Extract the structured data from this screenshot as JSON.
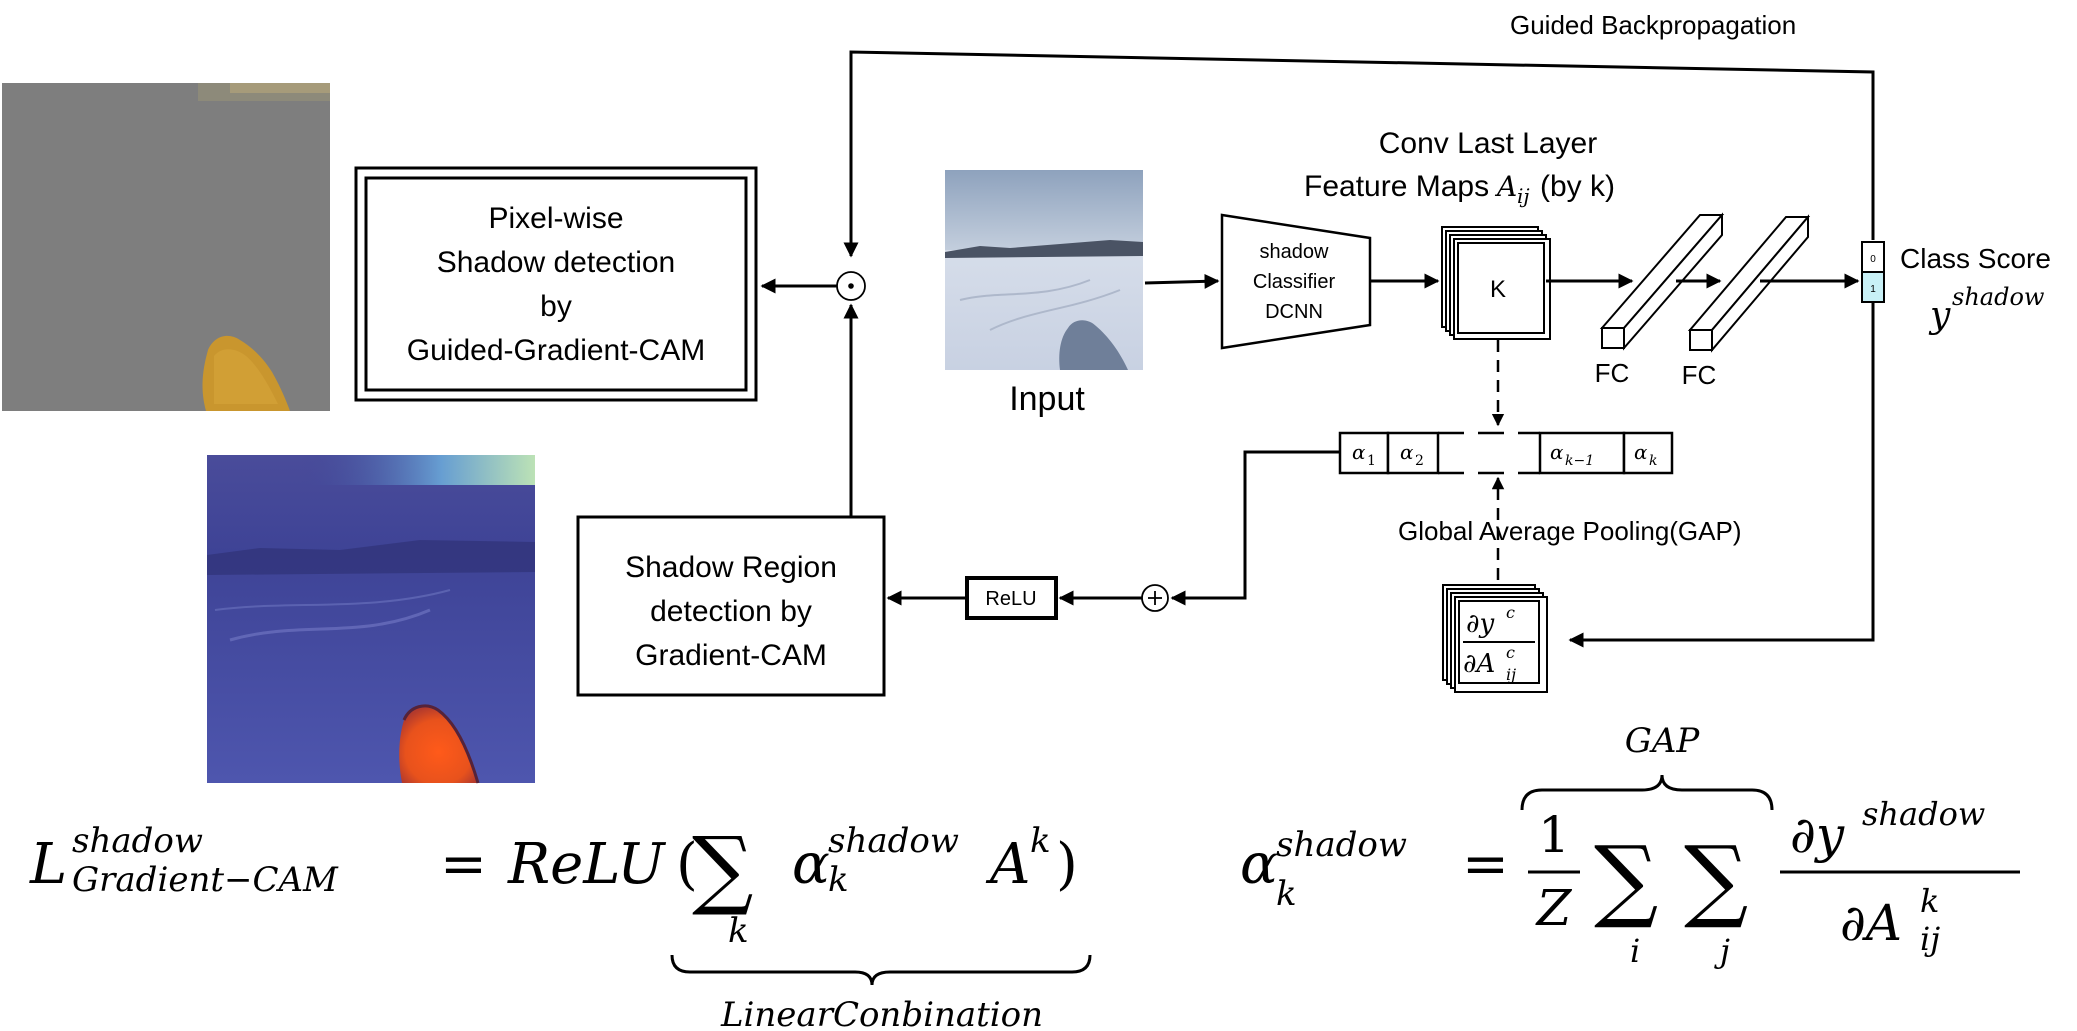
{
  "colors": {
    "line": "#000000",
    "gray_map": "#7e7e7e",
    "overlay_blue": "#3a3f98",
    "hotspot_orange": "#e0561e",
    "hotspot_speckle": "#c9962e",
    "snow": "#d4dcea",
    "sky": "#9fb1c9",
    "score_cell": "#c8f0f6"
  },
  "labels": {
    "guided_backprop": "Guided Backpropagation",
    "conv_line1": "Conv Last Layer",
    "conv_line2_prefix": "Feature Maps",
    "conv_sub_ij": "ij",
    "conv_line2_suffix": "(by k)",
    "class_score": "Class Score",
    "input": "Input",
    "classifier_line1": "shadow",
    "classifier_line2": "Classifier",
    "classifier_line3": "DCNN",
    "k_box": "K",
    "fc1": "FC",
    "fc2": "FC",
    "gap_label": "Global Average Pooling(GAP)",
    "relu": "ReLU",
    "pixel_box_line1": "Pixel-wise",
    "pixel_box_line2": "Shadow detection",
    "pixel_box_line3": "by",
    "pixel_box_line4": "Guided-Gradient-CAM",
    "region_box_line1": "Shadow Region",
    "region_box_line2": "detection by",
    "region_box_line3": "Gradient-CAM",
    "score_top": "0",
    "score_bottom": "1",
    "elementwise_op": "⊙",
    "sum_op": "+"
  },
  "math": {
    "y_shadow_base": "y",
    "y_shadow_sup": "shadow",
    "alpha_cells": [
      {
        "base": "α",
        "sub": "1"
      },
      {
        "base": "α",
        "sub": "2"
      },
      {
        "base": "α",
        "sub": "k−1"
      },
      {
        "base": "α",
        "sub": "k"
      }
    ],
    "grad_num_base": "∂y",
    "grad_num_sup": "c",
    "grad_den_base": "∂A",
    "grad_den_sup": "c",
    "grad_den_sub": "ij",
    "eq1": {
      "lhs_base": "L",
      "lhs_sup": "shadow",
      "lhs_sub": "Gradient−CAM",
      "equals": "=",
      "relu": "ReLU",
      "open": "(",
      "sum": "∑",
      "sum_sub": "k",
      "alpha": "α",
      "alpha_sup": "shadow",
      "alpha_sub": "k",
      "a_base": "A",
      "a_sup": "k",
      "close": ")",
      "brace_label": "LinearConbination"
    },
    "eq2": {
      "lhs_base": "α",
      "lhs_sup": "shadow",
      "lhs_sub": "k",
      "equals": "=",
      "brace_label": "GAP",
      "frac_num": "1",
      "frac_den": "Z",
      "sum": "∑",
      "sum1_sub": "i",
      "sum2_sub": "j",
      "num_base": "∂y",
      "num_sup": "shadow",
      "den_base": "∂A",
      "den_sup": "k",
      "den_sub": "ij"
    }
  }
}
